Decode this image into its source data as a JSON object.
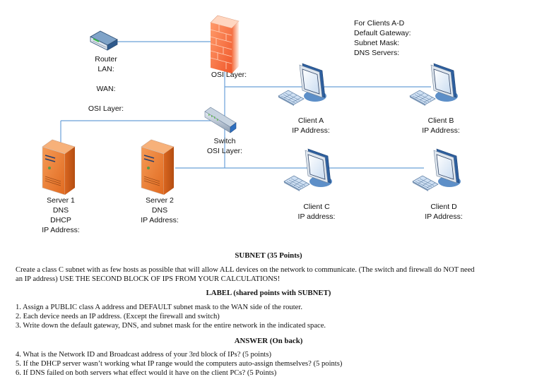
{
  "diagram": {
    "router": {
      "title": "Router",
      "lan": "LAN:",
      "wan": "WAN:",
      "osi": "OSI Layer:"
    },
    "firewall": {
      "osi": "OSI Layer:"
    },
    "switch": {
      "title": "Switch",
      "osi": "OSI Layer:"
    },
    "clients_info": {
      "title": "For Clients A-D",
      "gateway": "Default Gateway:",
      "subnet": "Subnet Mask:",
      "dns": "DNS Servers:"
    },
    "client_a": {
      "title": "Client A",
      "ip": "IP Address:"
    },
    "client_b": {
      "title": "Client B",
      "ip": "IP Address:"
    },
    "client_c": {
      "title": "Client C",
      "ip": "IP address:"
    },
    "client_d": {
      "title": "Client D",
      "ip": "IP Address:"
    },
    "server_1": {
      "title": "Server 1",
      "role1": "DNS",
      "role2": "DHCP",
      "ip": "IP Address:"
    },
    "server_2": {
      "title": "Server 2",
      "role1": "DNS",
      "ip": "IP Address:"
    },
    "colors": {
      "link": "#6aa0d8",
      "firewall": "#f26b3a",
      "server": "#e8762a",
      "monitor": "#3a6fb0"
    }
  },
  "document": {
    "subnet_heading": "SUBNET (35 Points)",
    "subnet_text_line1": "Create a class C subnet with as few hosts as possible that will allow ALL devices on the network to communicate. (The switch and firewall do NOT need",
    "subnet_text_line2": "an IP address) USE THE SECOND BLOCK OF IPS FROM YOUR CALCULATIONS!",
    "label_heading": "LABEL (shared points with SUBNET)",
    "label_items": [
      "1. Assign a PUBLIC class A address and DEFAULT subnet mask to the WAN side of the router.",
      "2. Each device needs an IP address. (Except the firewall and switch)",
      "3. Write down the default gateway, DNS, and subnet mask for the entire network in the indicated space."
    ],
    "answer_heading": "ANSWER (On back)",
    "answer_items": [
      "4. What is the Network ID and Broadcast address of your 3rd block of IPs? (5 points)",
      "5. If the DHCP server wasn’t working what IP range would the computers auto-assign themselves? (5 points)",
      "6. If DNS failed on both servers what effect would it have on the client PCs? (5 Points)"
    ]
  }
}
